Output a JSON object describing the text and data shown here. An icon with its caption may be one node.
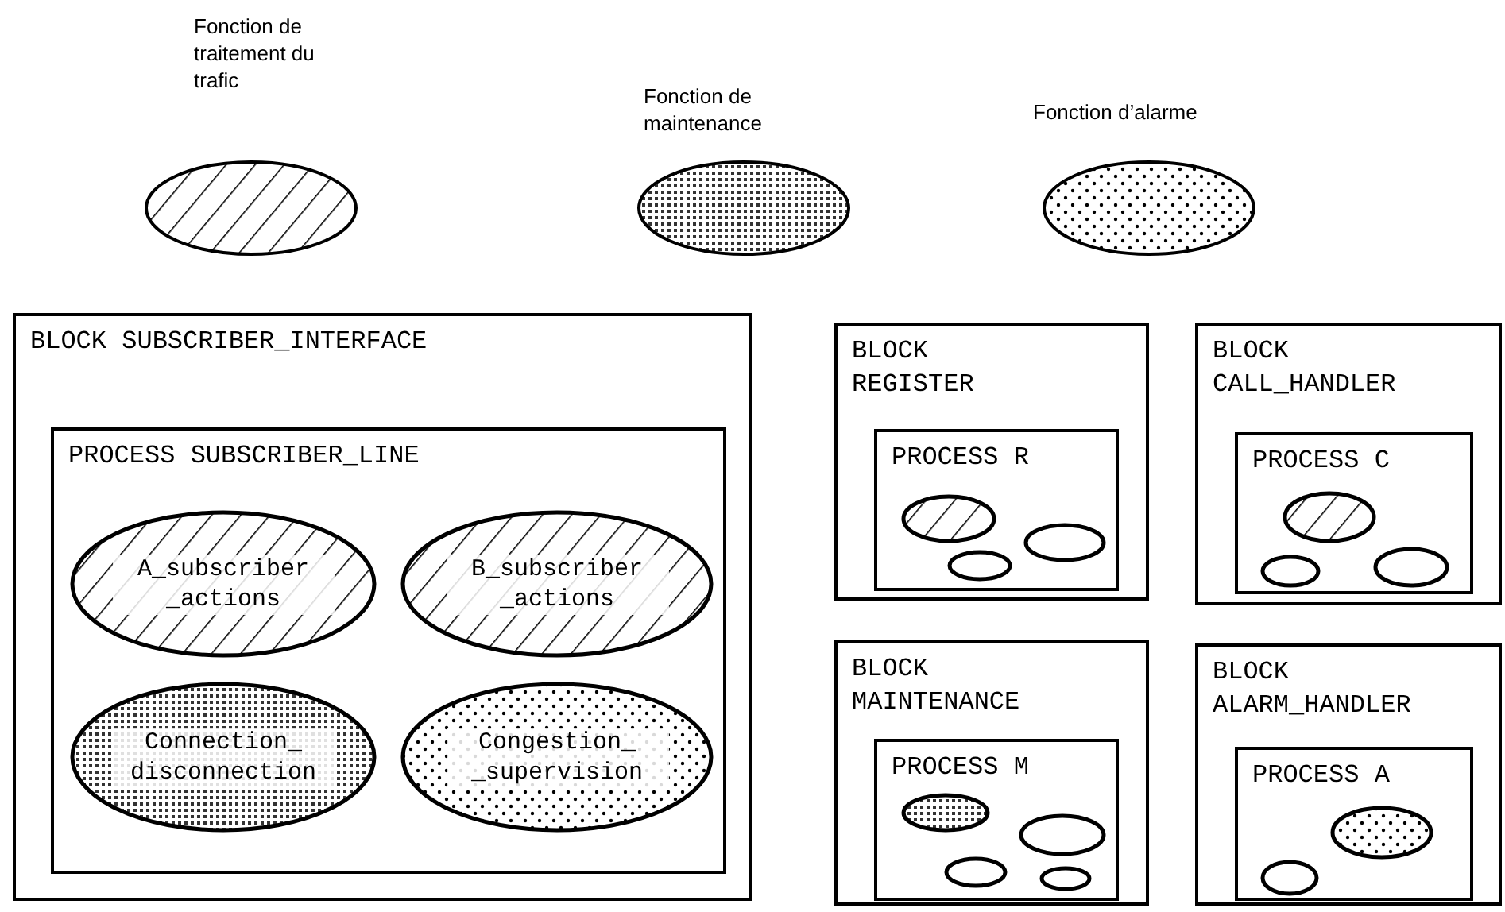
{
  "diagram": {
    "nodes": [
      {
        "text": [
          "BLOCK SUBSCRIBER_INTERFACE"
        ]
      },
      {
        "text": [
          "PROCESS SUBSCRIBER_LINE"
        ],
        "in": 0
      },
      {
        "text": [
          "A_subscriber _actions"
        ],
        "in": 1
      },
      {
        "text": [
          "B_subscriber _actions"
        ],
        "in": 1
      },
      {
        "text": [
          "Connection_ disconnection"
        ],
        "in": 1
      },
      {
        "text": [
          "Congestion_ _supervision"
        ],
        "in": 1
      },
      {
        "text": [
          "BLOCK REGISTER"
        ]
      },
      {
        "text": [
          "PROCESS R"
        ],
        "in": 6
      },
      {
        "text": [],
        "shape": "ellipse",
        "in": 7
      },
      {
        "text": [],
        "shape": "ellipse",
        "in": 7
      },
      {
        "text": [],
        "shape": "ellipse",
        "in": 7
      },
      {
        "text": [
          "BLOCK CALL_HANDLER"
        ]
      },
      {
        "text": [
          "PROCESS C"
        ],
        "in": 11
      },
      {
        "text": [],
        "shape": "ellipse",
        "in": 12
      },
      {
        "text": [],
        "shape": "ellipse",
        "in": 12
      },
      {
        "text": [],
        "shape": "ellipse",
        "in": 12
      },
      {
        "text": [
          "BLOCK MAINTENANCE"
        ]
      },
      {
        "text": [
          "PROCESS M"
        ],
        "in": 16
      },
      {
        "text": [],
        "shape": "ellipse",
        "in": 17
      },
      {
        "text": [],
        "shape": "ellipse",
        "in": 17
      },
      {
        "text": [],
        "shape": "ellipse",
        "in": 17
      },
      {
        "text": [],
        "shape": "ellipse",
        "in": 17
      },
      {
        "text": [
          "BLOCK ALARM_HANDLER"
        ]
      },
      {
        "text": [
          "PROCESS A"
        ],
        "in": 22
      },
      {
        "text": [],
        "shape": "ellipse",
        "in": 23
      },
      {
        "text": [],
        "shape": "ellipse",
        "in": 23
      }
    ],
    "edges": [],
    "legend": [
      {
        "text": "Fonction de traitement du trafic"
      },
      {
        "text": "Fonction de maintenance"
      },
      {
        "text": "Fonction d’alarme"
      }
    ]
  }
}
